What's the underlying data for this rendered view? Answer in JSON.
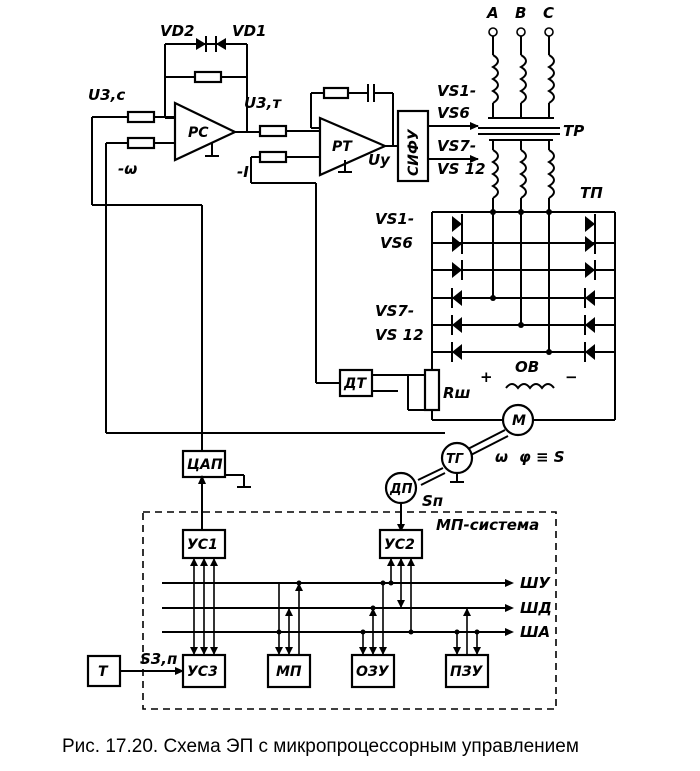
{
  "caption": "Рис. 17.20. Схема ЭП с микропроцессорным управлением",
  "labels": {
    "vd2": "VD2",
    "vd1": "VD1",
    "u_zc": "U3,с",
    "u_zt": "U3,т",
    "minus_omega": "-ω",
    "minus_i": "-I",
    "uy": "Uу",
    "vs1_6_top_a": "VS1-",
    "vs1_6_top_b": "VS6",
    "vs7_12_top_a": "VS7-",
    "vs7_12_top_b": "VS 12",
    "vs1_6_a": "VS1-",
    "vs1_6_b": "VS6",
    "vs7_12_a": "VS7-",
    "vs7_12_b": "VS 12",
    "phase_a": "A",
    "phase_b": "B",
    "phase_c": "C",
    "tr": "ТР",
    "tp": "ТП",
    "ov": "ОВ",
    "plus": "+",
    "minus": "−",
    "rsh": "Rш",
    "omega": "ω",
    "phi": "φ ≡ S",
    "sp": "Sп",
    "s3p": "S3,п",
    "mp_system": "МП-система",
    "bus_shu": "ШУ",
    "bus_shd": "ШД",
    "bus_sha": "ША"
  },
  "blocks": {
    "pc": "PC",
    "pt": "PT",
    "sifu": "СИФУ",
    "dt": "ДТ",
    "motor": "M",
    "tg": "ТГ",
    "dp": "ДП",
    "cap": "ЦАП",
    "us1": "УС1",
    "us2": "УС2",
    "us3": "УС3",
    "t": "Т",
    "mp": "МП",
    "ozu": "ОЗУ",
    "pzu": "ПЗУ"
  }
}
